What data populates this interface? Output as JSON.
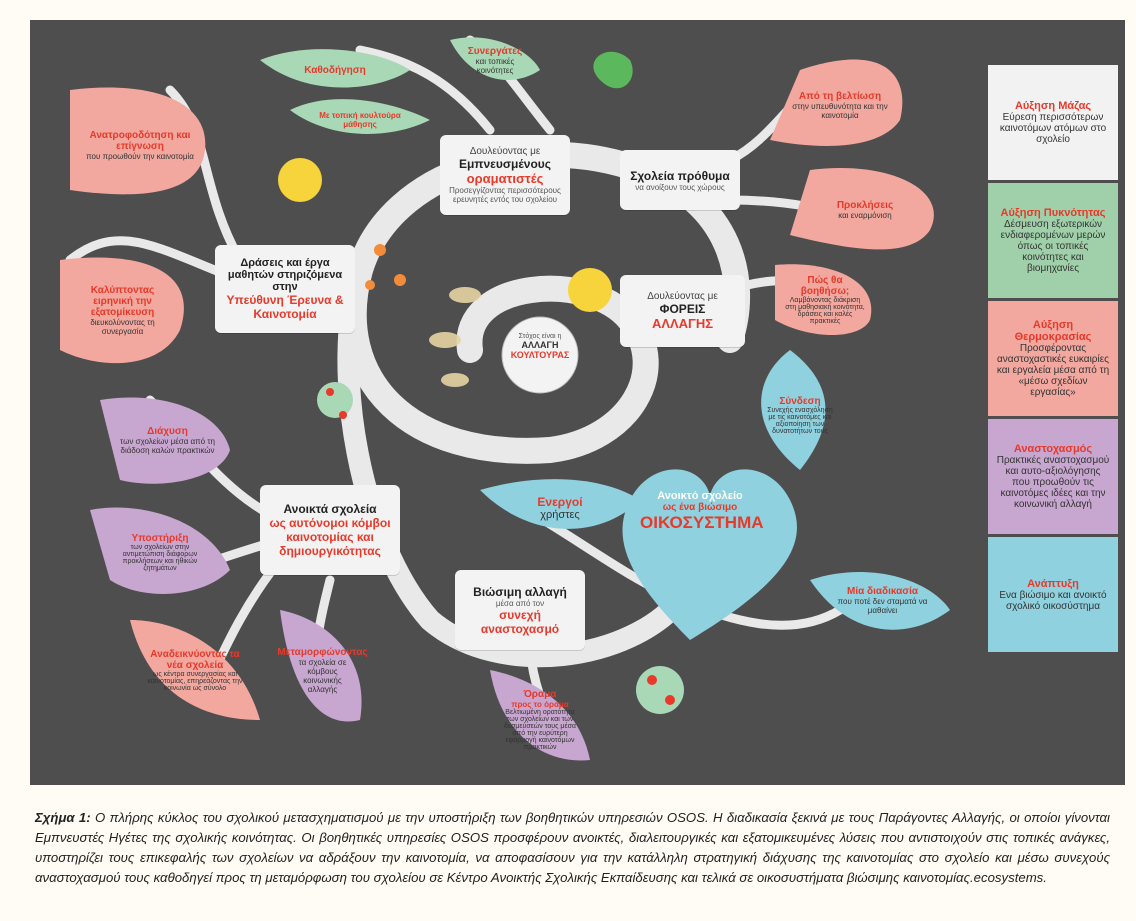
{
  "center": {
    "line1": "Στόχος είναι η",
    "line2": "ΑΛΛΑΓΗ",
    "line3": "ΚΟΥΛΤΟΥΡΑΣ"
  },
  "nodes": {
    "inspired": {
      "pre": "Δουλεύοντας με",
      "title": "Εμπνευσμένους",
      "red": "οραματιστές",
      "sub": "Προσεγγίζοντας περισσότερους ερευνητές εντός του σχολείου"
    },
    "ready": {
      "title": "Σχολεία πρόθυμα",
      "sub": "να ανοίξουν τους χώρους"
    },
    "agents": {
      "pre": "Δουλεύοντας με",
      "title": "ΦΟΡΕΙΣ",
      "red": "ΑΛΛΑΓΗΣ"
    },
    "activities": {
      "title": "Δράσεις και έργα μαθητών στηριζόμενα στην",
      "red": "Υπεύθυνη Έρευνα & Καινοτομία"
    },
    "open_schools": {
      "title": "Ανοικτά σχολεία",
      "red": "ως αυτόνομοι κόμβοι καινοτομίας και δημιουργικότητας"
    },
    "sustainable": {
      "title": "Βιώσιμη αλλαγή",
      "sub": "μέσα από τον",
      "red": "συνεχή αναστοχασμό"
    },
    "heart": {
      "line1": "Ανοικτό σχολείο",
      "line2": "ως ένα βιώσιμο",
      "line3": "ΟΙΚΟΣΥΣΤΗΜΑ"
    }
  },
  "leaves": {
    "guidance": {
      "title": "Καθοδήγηση"
    },
    "school_needs": {
      "title": "Συνεργάτες",
      "sub": "και τοπικές κοινότητες"
    },
    "local_learning": {
      "sub": "Με τοπική κουλτούρα μάθησης"
    },
    "feedback": {
      "title": "Ανατροφοδότηση και επίγνωση",
      "sub": "που προωθούν την καινοτομία"
    },
    "from_improvement": {
      "title": "Από τη βελτίωση",
      "sub": "στην υπευθυνότητα και την καινοτομία"
    },
    "challenges": {
      "title": "Προκλήσεις",
      "sub": "και εναρμόνιση"
    },
    "how_help": {
      "title": "Πώς θα βοηθήσω;",
      "sub": "Λαμβάνοντας διάκριση στη μαθησιακή κοινότητα, δράσεις και καλές πρακτικές"
    },
    "supporting": {
      "title": "Καλύπτοντας ειρηνική την εξατομίκευση",
      "sub": "διευκολύνοντας τη συνεργασία"
    },
    "connection": {
      "title": "Σύνδεση",
      "sub": "Συνεχής ενασχόληση με τις καινοτόμες και αξιοποίηση των δυνατοτήτων τους"
    },
    "facilitation": {
      "title": "Διάχυση",
      "sub": "των σχολείων μέσα από τη διάδοση καλών πρακτικών"
    },
    "active_users": {
      "title": "Ενεργοί",
      "sub": "χρήστες"
    },
    "support": {
      "title": "Υποστήριξη",
      "sub": "των σχολείων στην αντιμετώπιση διάφορων προκλήσεων και ηθικών ζητημάτων"
    },
    "never_stops": {
      "title": "Μία διαδικασία",
      "sub": "που ποτέ δεν σταματά να μαθαίνει"
    },
    "revealing": {
      "title": "Αναδεικνύοντας τα νέα σχολεία",
      "sub": "ως κέντρα συνεργασίας και καινοτομίας, επηρεάζοντας την κοινωνία ως σύνολο"
    },
    "transforming": {
      "title": "Μεταμορφώνοντας",
      "sub": "τα σχολεία σε κόμβους κοινωνικής αλλαγής"
    },
    "vision": {
      "title": "Όραμα",
      "sub": "προς το όραμα",
      "body": "Βελτιωμένη ορατότητα των σχολείων και των δεσμεύσεών τους μέσα από την ευρύτερη εφαρμογή καινοτόμων πρακτικών"
    }
  },
  "sidebar": [
    {
      "title": "Αύξηση Μάζας",
      "body": "Εύρεση περισσότερων καινοτόμων ατόμων στο σχολείο",
      "color": "#f2f2f2"
    },
    {
      "title": "Αύξηση Πυκνότητας",
      "body": "Δέσμευση εξωτερικών ενδιαφερομένων μερών όπως οι τοπικές κοινότητες και βιομηχανίες",
      "color": "#9fd0a9"
    },
    {
      "title": "Αύξηση Θερμοκρασίας",
      "body": "Προσφέροντας αναστοχαστικές ευκαιρίες και εργαλεία μέσα από τη «μέσω σχεδίων εργασίας»",
      "color": "#f2a89f"
    },
    {
      "title": "Αναστοχασμός",
      "body": "Πρακτικές αναστοχασμού και αυτο-αξιολόγησης που προωθούν τις καινοτόμες ιδέες και την κοινωνική αλλαγή",
      "color": "#c7a6cf"
    },
    {
      "title": "Ανάπτυξη",
      "body": "Ενα βιώσιμο και ανοικτό σχολικό οικοσύστημα",
      "color": "#8fd1de"
    }
  ],
  "caption": {
    "label": "Σχήμα 1:",
    "text": "Ο πλήρης κύκλος του σχολικού μετασχηματισμού με την υποστήριξη των βοηθητικών υπηρεσιών OSOS. Η διαδικασία ξεκινά με τους Παράγοντες Αλλαγής, οι οποίοι γίνονται Εμπνευστές Ηγέτες της σχολικής κοινότητας. Οι βοηθητικές υπηρεσίες OSOS προσφέρουν ανοικτές, διαλειτουργικές και εξατομικευμένες λύσεις που αντιστοιχούν στις τοπικές ανάγκες, υποστηρίζει τους επικεφαλής των σχολείων να αδράξουν την καινοτομία, να αποφασίσουν για την κατάλληλη στρατηγική διάχυσης της καινοτομίας στο σχολείο και μέσω συνεχούς αναστοχασμού τους καθοδηγεί προς τη μεταμόρφωση του σχολείου σε Κέντρο Ανοικτής Σχολικής Εκπαίδευσης και τελικά σε οικοσυστήματα βιώσιμης καινοτομίας.ecosystems."
  },
  "colors": {
    "background": "#4e4e4e",
    "ribbon": "#e9e9e9",
    "pink": "#f2a89f",
    "green": "#a9d8b6",
    "purple": "#c7a6cf",
    "blue": "#8fd1de",
    "accent_red": "#e8392a"
  }
}
